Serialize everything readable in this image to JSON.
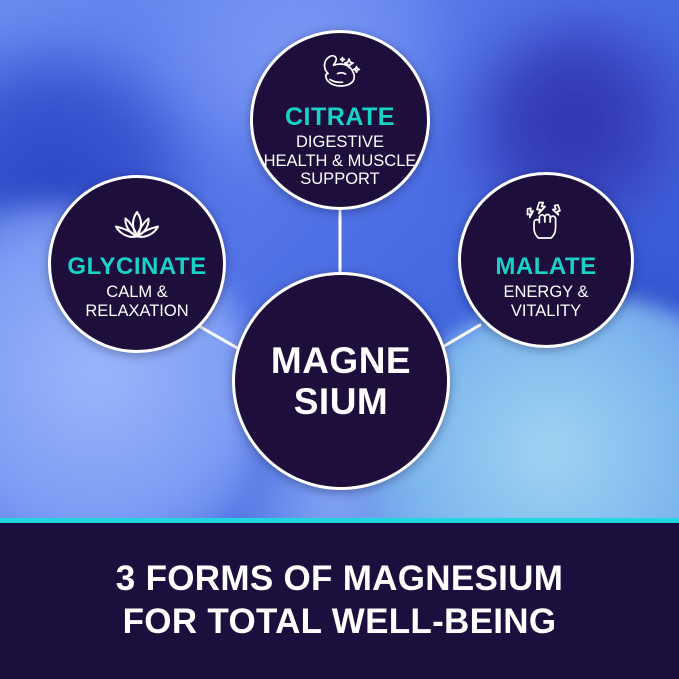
{
  "infographic": {
    "background_color": "#4a6ae0",
    "accent_color": "#18d2c6",
    "circle_color": "#1d0e3b",
    "divider_color": "#20d8e0"
  },
  "center": {
    "label_line1": "MAGNE",
    "label_line2": "SIUM"
  },
  "nodes": [
    {
      "id": "citrate",
      "icon": "flexed-bicep-sparkle-icon",
      "title": "CITRATE",
      "desc_line1": "DIGESTIVE",
      "desc_line2": "HEALTH & MUSCLE",
      "desc_line3": "SUPPORT"
    },
    {
      "id": "glycinate",
      "icon": "lotus-flower-icon",
      "title": "GLYCINATE",
      "desc_line1": "CALM &",
      "desc_line2": "RELAXATION"
    },
    {
      "id": "malate",
      "icon": "raised-fist-lightning-icon",
      "title": "MALATE",
      "desc_line1": "ENERGY &",
      "desc_line2": "VITALITY"
    }
  ],
  "banner": {
    "line1": "3 FORMS OF MAGNESIUM",
    "line2": "FOR TOTAL WELL-BEING"
  }
}
